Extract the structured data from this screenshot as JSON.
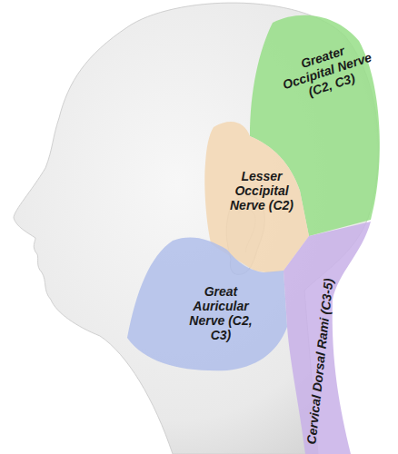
{
  "diagram": {
    "nodes": [
      {
        "text": [
          "Greater Occipital Nerve (C2, C3)"
        ]
      },
      {
        "text": [
          "Lesser Occipital Nerve (C2)"
        ]
      },
      {
        "text": [
          "Great Auricular Nerve (C2, C3)"
        ]
      },
      {
        "text": [
          "Cervical Dorsal Rami (C3-5)"
        ]
      }
    ]
  }
}
